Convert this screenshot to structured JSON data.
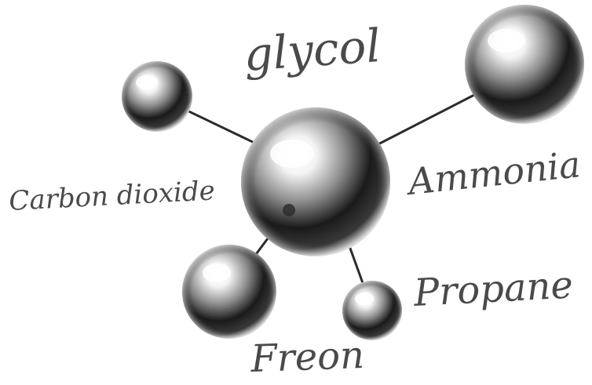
{
  "molecule": {
    "bond_color": "#2b2b2b",
    "sphere_dark": "#1a1a1a",
    "sphere_mid": "#8c8c8c",
    "sphere_light": "#f4f4f4",
    "text_color": "#4a4a4a"
  },
  "labels": {
    "glycol": "glycol",
    "ammonia": "Ammonia",
    "carbon_dioxide": "Carbon dioxide",
    "propane": "Propane",
    "freon": "Freon"
  }
}
